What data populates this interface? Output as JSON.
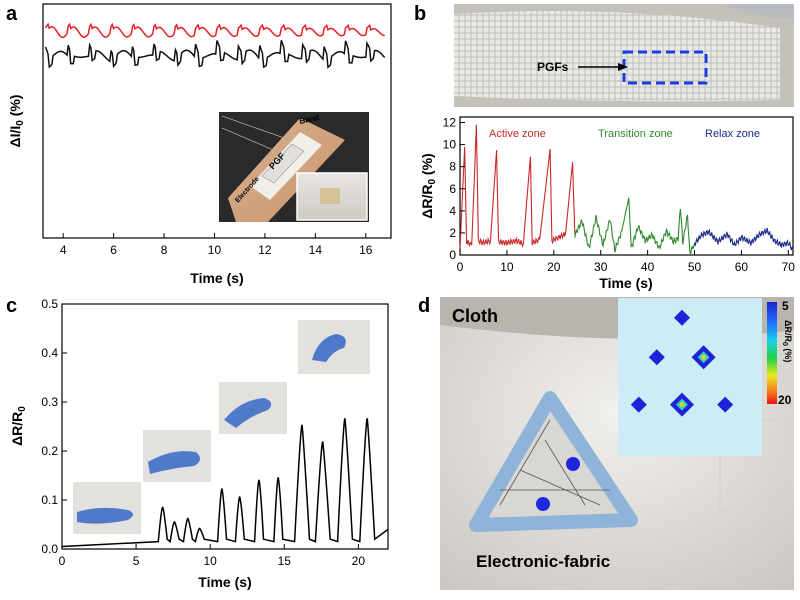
{
  "panels": {
    "a": {
      "letter": "a",
      "xlabel": "Time (s)",
      "ylabel_main": "ΔI/I",
      "ylabel_sub": "0",
      "ylabel_unit": " (%)",
      "inset": {
        "band": "Band",
        "pgf": "PGF",
        "electrode": "Electrode"
      }
    },
    "b": {
      "letter": "b",
      "pgf_label": "PGFs",
      "xlabel": "Time (s)",
      "ylabel_main": "ΔR/R",
      "ylabel_sub": "0",
      "ylabel_unit": " (%)",
      "zones": [
        {
          "label": "Active zone",
          "color": "#c8282a"
        },
        {
          "label": "Transition zone",
          "color": "#2e8b2e"
        },
        {
          "label": "Relax zone",
          "color": "#1c2a8a"
        }
      ]
    },
    "c": {
      "letter": "c",
      "xlabel": "Time (s)",
      "ylabel_main": "ΔR/R",
      "ylabel_sub": "0"
    },
    "d": {
      "letter": "d",
      "cloth_label": "Cloth",
      "fabric_label": "Electronic-fabric",
      "colorbar": {
        "top": "5",
        "bottom": "20",
        "label_main": "ΔR/R",
        "label_sub": "0",
        "label_unit": " (%)"
      }
    }
  },
  "chart_data": [
    {
      "type": "line",
      "panel": "a",
      "xlabel": "Time (s)",
      "ylabel": "ΔI/I0 (%)",
      "xlim": [
        3.2,
        17
      ],
      "xticks": [
        4,
        6,
        8,
        10,
        12,
        14,
        16
      ],
      "series": [
        {
          "color": "#e8201f",
          "baseline_frac": 0.12,
          "amplitude_frac": 0.03,
          "period_s": 0.85,
          "start_s": 3.3,
          "end_s": 16.8
        },
        {
          "color": "#111111",
          "baseline_frac": 0.23,
          "amplitude_frac": 0.06,
          "period_s": 0.85,
          "start_s": 3.3,
          "end_s": 16.8
        }
      ]
    },
    {
      "type": "line",
      "panel": "b",
      "xlabel": "Time (s)",
      "ylabel": "ΔR/R0 (%)",
      "xlim": [
        0,
        71
      ],
      "ylim": [
        0,
        12.5
      ],
      "xticks": [
        0,
        10,
        20,
        30,
        40,
        50,
        60,
        70
      ],
      "yticks": [
        0,
        2,
        4,
        6,
        8,
        10,
        12
      ],
      "spikes": [
        {
          "x": 1.0,
          "y": 9.8
        },
        {
          "x": 3.5,
          "y": 11.8
        },
        {
          "x": 7.8,
          "y": 9.5
        },
        {
          "x": 15.0,
          "y": 8.9
        },
        {
          "x": 19.2,
          "y": 9.6
        },
        {
          "x": 24.0,
          "y": 8.4
        }
      ],
      "series": [
        {
          "name": "Active zone",
          "color": "#c8282a",
          "x_range": [
            0,
            24.5
          ],
          "points": [
            [
              0,
              0.6
            ],
            [
              1,
              9.8
            ],
            [
              1.4,
              1.2
            ],
            [
              2.5,
              0.9
            ],
            [
              3.5,
              11.8
            ],
            [
              3.9,
              1.3
            ],
            [
              5,
              1.1
            ],
            [
              6.5,
              1.3
            ],
            [
              7.8,
              9.5
            ],
            [
              8.2,
              1.2
            ],
            [
              10,
              1.1
            ],
            [
              12,
              1.3
            ],
            [
              13.5,
              1.0
            ],
            [
              15,
              8.9
            ],
            [
              15.4,
              1.1
            ],
            [
              17,
              1.4
            ],
            [
              19.2,
              9.6
            ],
            [
              19.6,
              1.3
            ],
            [
              21,
              1.6
            ],
            [
              22.5,
              1.9
            ],
            [
              24,
              8.4
            ],
            [
              24.5,
              1.8
            ]
          ]
        },
        {
          "name": "Transition zone",
          "color": "#2e8b2e",
          "x_range": [
            24.5,
            50
          ],
          "points": [
            [
              24.5,
              1.8
            ],
            [
              26,
              3.1
            ],
            [
              27.5,
              0.6
            ],
            [
              29,
              3.4
            ],
            [
              30.5,
              0.9
            ],
            [
              32,
              3.3
            ],
            [
              33,
              0.4
            ],
            [
              34.5,
              2.2
            ],
            [
              36,
              5.2
            ],
            [
              36.5,
              0.6
            ],
            [
              38,
              2.6
            ],
            [
              39.5,
              1.3
            ],
            [
              41,
              1.8
            ],
            [
              42.5,
              0.6
            ],
            [
              44,
              2.2
            ],
            [
              45.5,
              1.2
            ],
            [
              46.5,
              1.5
            ],
            [
              47,
              4.4
            ],
            [
              47.5,
              1.1
            ],
            [
              48.5,
              3.6
            ],
            [
              49,
              0.2
            ],
            [
              50,
              1.0
            ]
          ]
        },
        {
          "name": "Relax zone",
          "color": "#1c2a8a",
          "x_range": [
            50,
            71
          ],
          "points": [
            [
              50,
              1.0
            ],
            [
              51.5,
              1.8
            ],
            [
              53,
              2.1
            ],
            [
              55,
              1.2
            ],
            [
              57,
              1.9
            ],
            [
              58.5,
              0.9
            ],
            [
              60,
              1.6
            ],
            [
              62,
              1.1
            ],
            [
              64,
              1.9
            ],
            [
              65.5,
              2.2
            ],
            [
              67,
              1.3
            ],
            [
              68.5,
              0.9
            ],
            [
              70,
              1.1
            ],
            [
              71,
              0.4
            ]
          ]
        }
      ]
    },
    {
      "type": "line",
      "panel": "c",
      "xlabel": "Time (s)",
      "ylabel": "ΔR/R0",
      "xlim": [
        0,
        22
      ],
      "ylim": [
        0,
        0.5
      ],
      "xticks": [
        0,
        5,
        10,
        15,
        20
      ],
      "yticks": [
        0.0,
        0.1,
        0.2,
        0.3,
        0.4,
        0.5
      ],
      "series": [
        {
          "color": "#000000",
          "baseline": 0.005,
          "peaks": [
            {
              "x": 6.8,
              "y": 0.085
            },
            {
              "x": 7.6,
              "y": 0.055
            },
            {
              "x": 8.5,
              "y": 0.062
            },
            {
              "x": 9.3,
              "y": 0.042
            },
            {
              "x": 10.8,
              "y": 0.122
            },
            {
              "x": 12.0,
              "y": 0.106
            },
            {
              "x": 13.3,
              "y": 0.14
            },
            {
              "x": 14.6,
              "y": 0.145
            },
            {
              "x": 16.2,
              "y": 0.252
            },
            {
              "x": 17.6,
              "y": 0.218
            },
            {
              "x": 19.1,
              "y": 0.265
            },
            {
              "x": 20.6,
              "y": 0.265
            }
          ]
        }
      ]
    },
    {
      "type": "heatmap",
      "panel": "d",
      "colorbar_range": [
        5,
        20
      ],
      "cell_grid": [
        4,
        4
      ],
      "markers": [
        {
          "col": 1.5,
          "row": 0.5,
          "level": "low"
        },
        {
          "col": 0.8,
          "row": 1.5,
          "level": "low"
        },
        {
          "col": 2.1,
          "row": 1.5,
          "level": "mid"
        },
        {
          "col": 0.3,
          "row": 2.7,
          "level": "low"
        },
        {
          "col": 1.5,
          "row": 2.7,
          "level": "mid"
        },
        {
          "col": 2.7,
          "row": 2.7,
          "level": "low"
        }
      ]
    }
  ]
}
